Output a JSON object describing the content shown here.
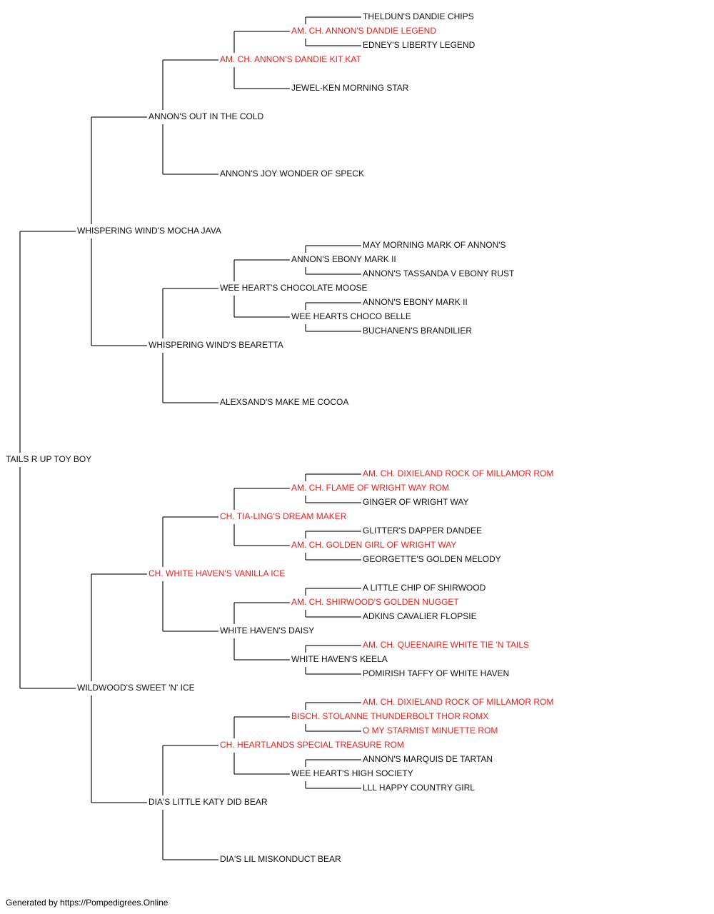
{
  "colors": {
    "champion": "#e8201a",
    "normal": "#111111",
    "line": "#222222"
  },
  "pedigree": {
    "name": "TAILS R UP TOY BOY",
    "champion": false,
    "sire": {
      "name": "WHISPERING WIND'S MOCHA JAVA",
      "champion": false,
      "sire": {
        "name": "ANNON'S OUT IN THE COLD",
        "champion": false,
        "sire": {
          "name": "AM. CH. ANNON'S DANDIE KIT KAT",
          "champion": true,
          "sire": {
            "name": "AM. CH. ANNON'S DANDIE LEGEND",
            "champion": true,
            "sire": {
              "name": "THELDUN'S DANDIE CHIPS",
              "champion": false
            },
            "dam": {
              "name": "EDNEY'S LIBERTY LEGEND",
              "champion": false
            }
          },
          "dam": {
            "name": "JEWEL-KEN MORNING STAR",
            "champion": false
          }
        },
        "dam": {
          "name": "ANNON'S JOY WONDER OF SPECK",
          "champion": false
        }
      },
      "dam": {
        "name": "WHISPERING WIND'S BEARETTA",
        "champion": false,
        "sire": {
          "name": "WEE HEART'S CHOCOLATE MOOSE",
          "champion": false,
          "sire": {
            "name": "ANNON'S EBONY MARK II",
            "champion": false,
            "sire": {
              "name": "MAY MORNING MARK OF ANNON'S",
              "champion": false
            },
            "dam": {
              "name": "ANNON'S TASSANDA V EBONY RUST",
              "champion": false
            }
          },
          "dam": {
            "name": "WEE HEARTS CHOCO BELLE",
            "champion": false,
            "sire": {
              "name": "ANNON'S EBONY MARK II",
              "champion": false
            },
            "dam": {
              "name": "BUCHANEN'S BRANDILIER",
              "champion": false
            }
          }
        },
        "dam": {
          "name": "ALEXSAND'S MAKE ME COCOA",
          "champion": false
        }
      }
    },
    "dam": {
      "name": "WILDWOOD'S SWEET 'N' ICE",
      "champion": false,
      "sire": {
        "name": "CH. WHITE HAVEN'S VANILLA ICE",
        "champion": true,
        "sire": {
          "name": "CH. TIA-LING'S DREAM MAKER",
          "champion": true,
          "sire": {
            "name": "AM. CH. FLAME OF WRIGHT WAY ROM",
            "champion": true,
            "sire": {
              "name": "AM. CH. DIXIELAND ROCK OF MILLAMOR ROM",
              "champion": true
            },
            "dam": {
              "name": "GINGER OF WRIGHT WAY",
              "champion": false
            }
          },
          "dam": {
            "name": "AM. CH. GOLDEN GIRL OF WRIGHT WAY",
            "champion": true,
            "sire": {
              "name": "GLITTER'S DAPPER DANDEE",
              "champion": false
            },
            "dam": {
              "name": "GEORGETTE'S GOLDEN MELODY",
              "champion": false
            }
          }
        },
        "dam": {
          "name": "WHITE HAVEN'S DAISY",
          "champion": false,
          "sire": {
            "name": "AM. CH. SHIRWOOD'S GOLDEN NUGGET",
            "champion": true,
            "sire": {
              "name": "A LITTLE CHIP OF SHIRWOOD",
              "champion": false
            },
            "dam": {
              "name": "ADKINS CAVALIER FLOPSIE",
              "champion": false
            }
          },
          "dam": {
            "name": "WHITE HAVEN'S KEELA",
            "champion": false,
            "sire": {
              "name": "AM. CH. QUEENAIRE WHITE TIE 'N TAILS",
              "champion": true
            },
            "dam": {
              "name": "POMIRISH TAFFY OF WHITE HAVEN",
              "champion": false
            }
          }
        }
      },
      "dam": {
        "name": "DIA'S LITTLE KATY DID BEAR",
        "champion": false,
        "sire": {
          "name": "CH. HEARTLANDS SPECIAL TREASURE ROM",
          "champion": true,
          "sire": {
            "name": "BISCH. STOLANNE THUNDERBOLT THOR ROMX",
            "champion": true,
            "sire": {
              "name": "AM. CH. DIXIELAND ROCK OF MILLAMOR ROM",
              "champion": true
            },
            "dam": {
              "name": "O MY STARMIST MINUETTE ROM",
              "champion": true
            }
          },
          "dam": {
            "name": "WEE HEART'S HIGH SOCIETY",
            "champion": false,
            "sire": {
              "name": "ANNON'S MARQUIS DE TARTAN",
              "champion": false
            },
            "dam": {
              "name": "LLL HAPPY COUNTRY GIRL",
              "champion": false
            }
          }
        },
        "dam": {
          "name": "DIA'S LIL MISKONDUCT BEAR",
          "champion": false
        }
      }
    }
  },
  "footer": "Generated by https://Pompedigrees.Online"
}
